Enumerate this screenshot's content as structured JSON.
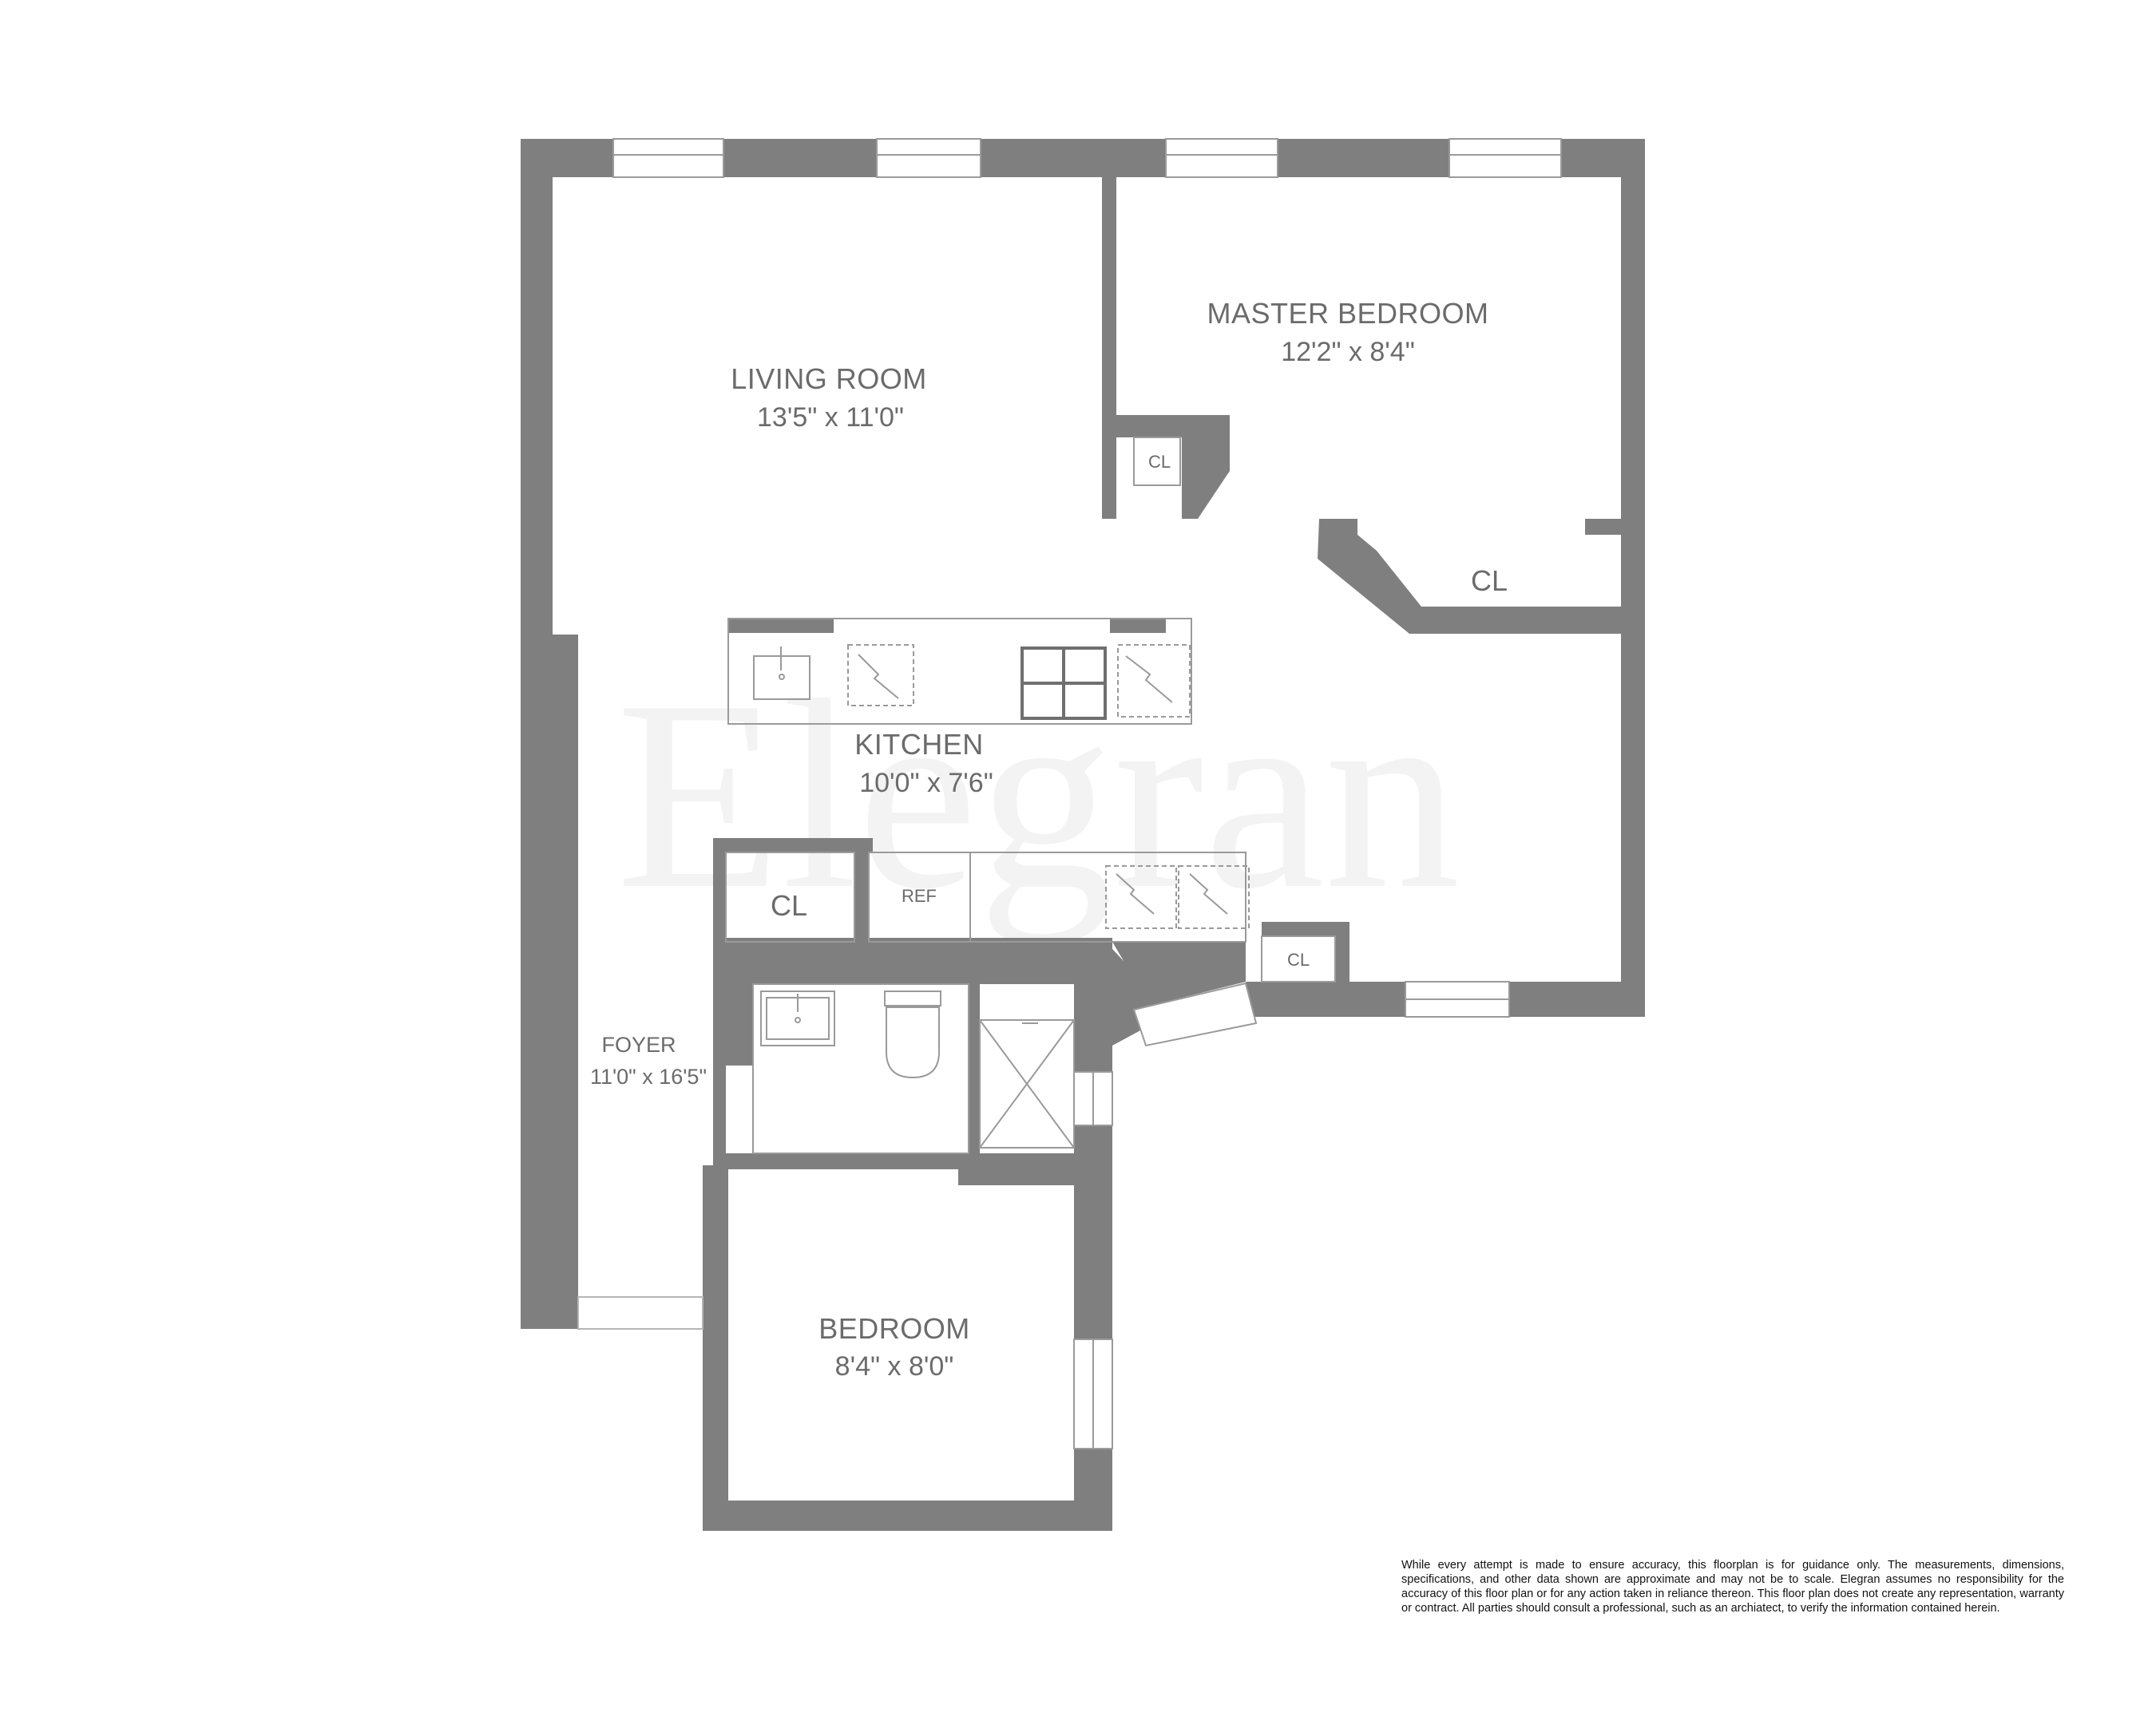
{
  "watermark": "Elegran",
  "rooms": {
    "living_room": {
      "name": "LIVING ROOM",
      "dim": "13'5\" x 11'0\""
    },
    "master_bedroom": {
      "name": "MASTER BEDROOM",
      "dim": "12'2\" x 8'4\""
    },
    "kitchen": {
      "name": "KITCHEN",
      "dim": "10'0\" x 7'6\""
    },
    "foyer": {
      "name": "FOYER",
      "dim": "11'0\" x 16'5\""
    },
    "bedroom": {
      "name": "BEDROOM",
      "dim": "8'4\" x 8'0\""
    }
  },
  "closets": {
    "cl_living": "CL",
    "cl_master": "CL",
    "cl_foyer": "CL",
    "cl_kitchen": "CL"
  },
  "appliances": {
    "ref": "REF"
  },
  "disclaimer": "While every attempt is made to ensure accuracy, this floorplan is for guidance only. The measurements, dimensions, specifications, and other data shown are approximate and may not be to scale. Elegran assumes no responsibility for the accuracy of this floor plan or for any action taken in reliance thereon. This floor plan does not create any representation, warranty or contract. All parties should consult a professional, such as an archiatect, to verify the information contained herein.",
  "colors": {
    "wall": "#7f7f7f",
    "text": "#6b6b6b",
    "fixture": "#7a7a7a",
    "window": "#ffffff"
  }
}
